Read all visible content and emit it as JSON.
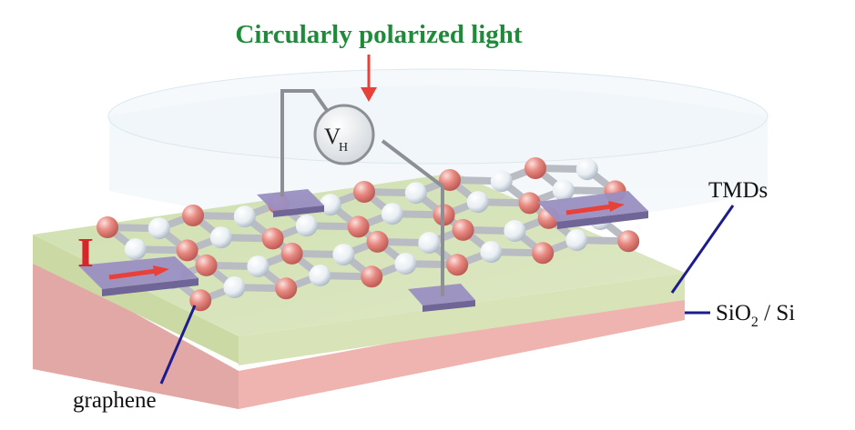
{
  "title": "Circularly polarized light",
  "labels": {
    "tmds": "TMDs",
    "substrate_prefix": "SiO",
    "substrate_subscript": "2",
    "substrate_suffix": " / Si",
    "graphene": "graphene",
    "current": "I",
    "voltmeter_main": "V",
    "voltmeter_sub": "H"
  },
  "colors": {
    "title": "#1f8b3a",
    "arrow": "#e8413a",
    "current": "#d7262a",
    "tmd_layer": "#d6e0b4",
    "substrate_layer": "#efb3b0",
    "pointer_line": "#1c1c8c",
    "electrode": "#8f82b6",
    "atom_red": "#d9706a",
    "atom_white": "#eef2f6",
    "bond": "#b9bcc2",
    "wire": "#8c8f95"
  }
}
